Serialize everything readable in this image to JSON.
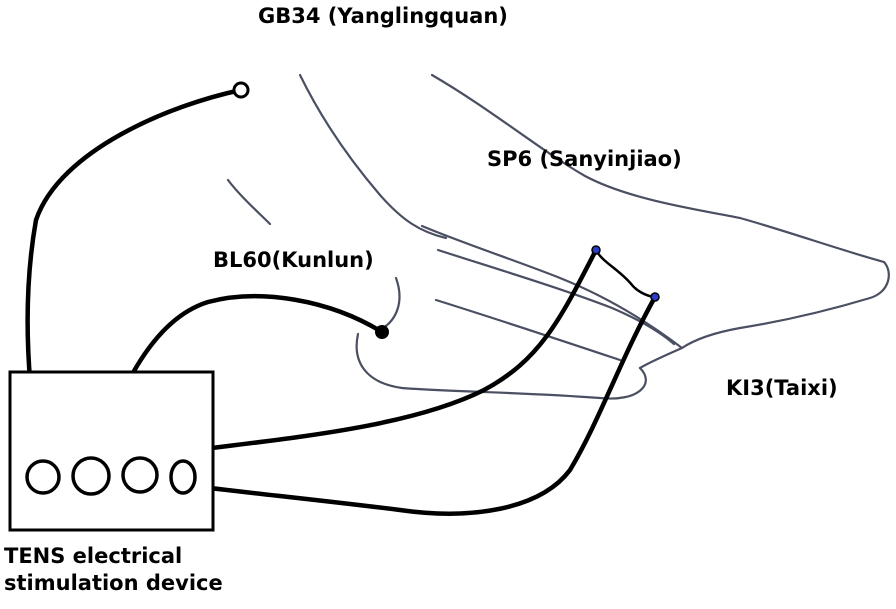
{
  "points": {
    "gb34": "GB34 (Yanglingquan)",
    "sp6": "SP6 (Sanyinjiao)",
    "bl60": "BL60(Kunlun)",
    "ki3": "KI3(Taixi)"
  },
  "device": {
    "line1": "TENS electrical",
    "line2": "stimulation device"
  },
  "colors": {
    "outline": "#4a4f62",
    "wire": "#000000",
    "electrode_tip": "#2a3cc8"
  }
}
